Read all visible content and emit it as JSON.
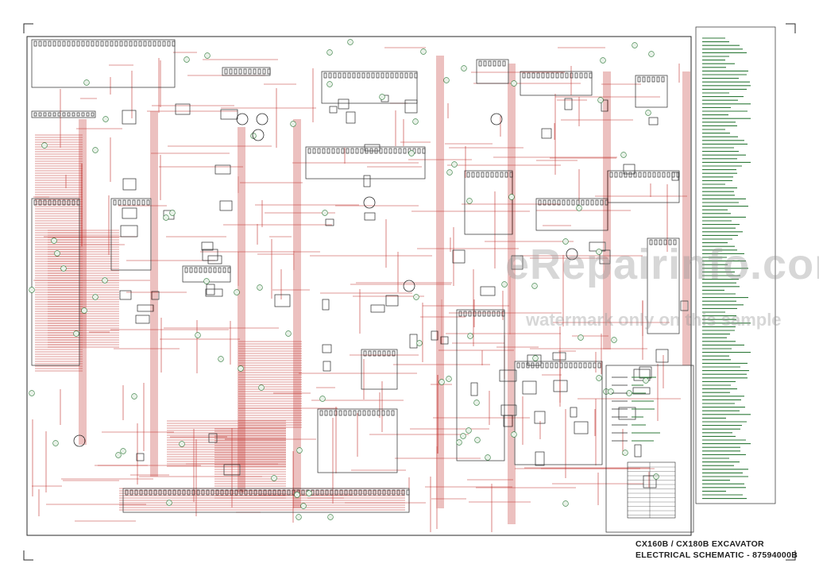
{
  "diagram": {
    "title_line1": "CX160B / CX180B  EXCAVATOR",
    "title_line2": "ELECTRICAL SCHEMATIC - 87594000B",
    "watermark_site": "eRepairinfo.com",
    "watermark_note": "watermark only on this sample"
  },
  "colors": {
    "wire": "#c0302a",
    "frame": "#2a2a2a",
    "legend_green": "#2f7a3a",
    "background": "#ffffff"
  }
}
